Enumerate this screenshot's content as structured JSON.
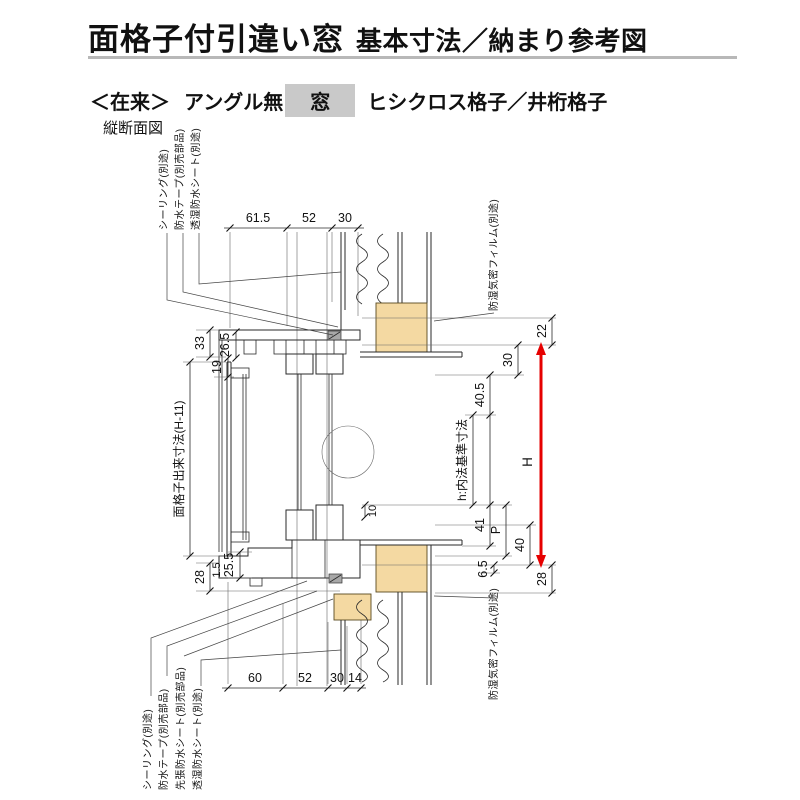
{
  "header": {
    "title_main": "面格子付引違い窓",
    "title_sub": "基本寸法／納まり参考図"
  },
  "subtitle": {
    "tradition": "＜在来＞",
    "angle": "アングル無",
    "window": "窓",
    "lattice": "ヒシクロス格子／井桁格子"
  },
  "section_label": "縦断面図",
  "labels": {
    "sealing": "シーリング(別途)",
    "tape": "防水テープ(別売部品)",
    "sheet": "透湿防水シート(別途)",
    "film": "防湿気密フィルム(別途)",
    "sakibari": "先張防水シート(別売部品)",
    "grille_dim": "面格子出来寸法(H-11)",
    "h_inner": "h:内法基準寸法",
    "H": "H",
    "P": "P"
  },
  "dims": {
    "top": [
      "61.5",
      "52",
      "30"
    ],
    "bottom": [
      "60",
      "52",
      "30",
      "14"
    ],
    "d33": "33",
    "d26_5": "26.5",
    "d19": "19",
    "d28a": "28",
    "d1_5": "1.5",
    "d25_5": "25.5",
    "d22": "22",
    "d30": "30",
    "d40_5": "40.5",
    "d41": "41",
    "d40": "40",
    "d6_5": "6.5",
    "d28b": "28",
    "d10": "10"
  },
  "colors": {
    "wood": "#f4d9a2",
    "accent_red": "#e60000",
    "badge_gray": "#c9c9c9",
    "rule_gray": "#b8b8b8"
  }
}
